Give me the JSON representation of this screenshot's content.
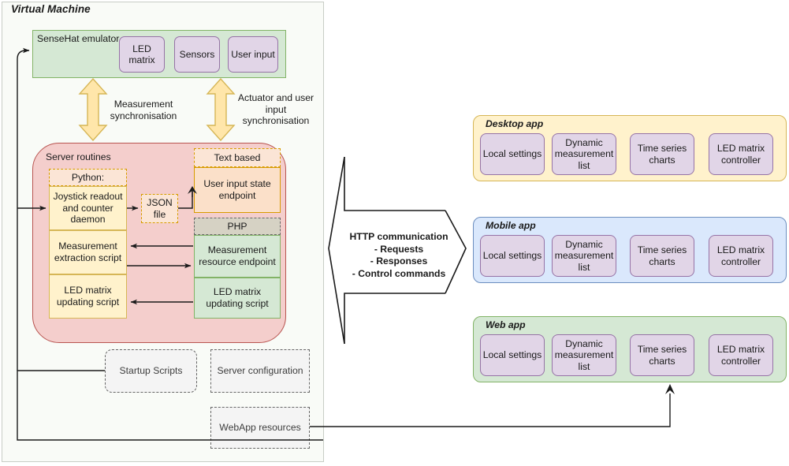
{
  "diagram": {
    "title": "Virtual Machine"
  },
  "virtual_machine": {
    "title": "Virtual Machine",
    "sensehat": {
      "label": "SenseHat emulator",
      "components": [
        {
          "label": "LED matrix"
        },
        {
          "label": "Sensors"
        },
        {
          "label": "User input"
        }
      ]
    },
    "sync_arrows": [
      {
        "label": "Measurement synchronisation",
        "direction": "bidirectional"
      },
      {
        "label": "Actuator and user input synchronisation",
        "direction": "bidirectional"
      }
    ],
    "server_routines": {
      "label": "Server routines",
      "python_group": {
        "header": "Python:",
        "scripts": [
          {
            "label": "Joystick readout and counter daemon"
          },
          {
            "label": "Measurement extraction script"
          },
          {
            "label": "LED matrix updating script"
          }
        ]
      },
      "json_file": {
        "label": "JSON file"
      },
      "text_based_group": {
        "header": "Text based",
        "endpoints": [
          {
            "label": "User input state endpoint"
          }
        ]
      },
      "php_group": {
        "header": "PHP",
        "endpoints": [
          {
            "label": "Measurement resource endpoint"
          },
          {
            "label": "LED matrix updating script"
          }
        ]
      }
    },
    "support_boxes": [
      {
        "label": "Startup Scripts"
      },
      {
        "label": "Server configuration"
      },
      {
        "label": "WebApp resources"
      }
    ]
  },
  "http_channel": {
    "title": "HTTP communication",
    "items": [
      "- Requests",
      "- Responses",
      "- Control commands"
    ],
    "full_label": "HTTP communication\n- Requests\n- Responses\n- Control commands"
  },
  "client_apps": [
    {
      "title": "Desktop app",
      "features": [
        "Local settings",
        "Dynamic measurement list",
        "Time series charts",
        "LED matrix controller"
      ]
    },
    {
      "title": "Mobile app",
      "features": [
        "Local settings",
        "Dynamic measurement list",
        "Time series charts",
        "LED matrix controller"
      ]
    },
    {
      "title": "Web app",
      "features": [
        "Local settings",
        "Dynamic measurement list",
        "Time series charts",
        "LED matrix controller"
      ]
    }
  ],
  "colors": {
    "green_fill": "#d5e8d4",
    "green_stroke": "#82b366",
    "purple_fill": "#e1d5e7",
    "purple_stroke": "#9673a6",
    "yellow_fill": "#fff2cc",
    "yellow_stroke": "#d6b656",
    "red_fill": "#f4cecc",
    "red_stroke": "#b85450",
    "orange_fill": "#fbe5d6",
    "orange_stroke": "#d79b00",
    "blue_fill": "#dae8fc",
    "blue_stroke": "#6c8ebf",
    "grey_fill": "#f4f4f4",
    "grey_stroke": "#666666",
    "vm_fill": "#f9fbf7"
  }
}
